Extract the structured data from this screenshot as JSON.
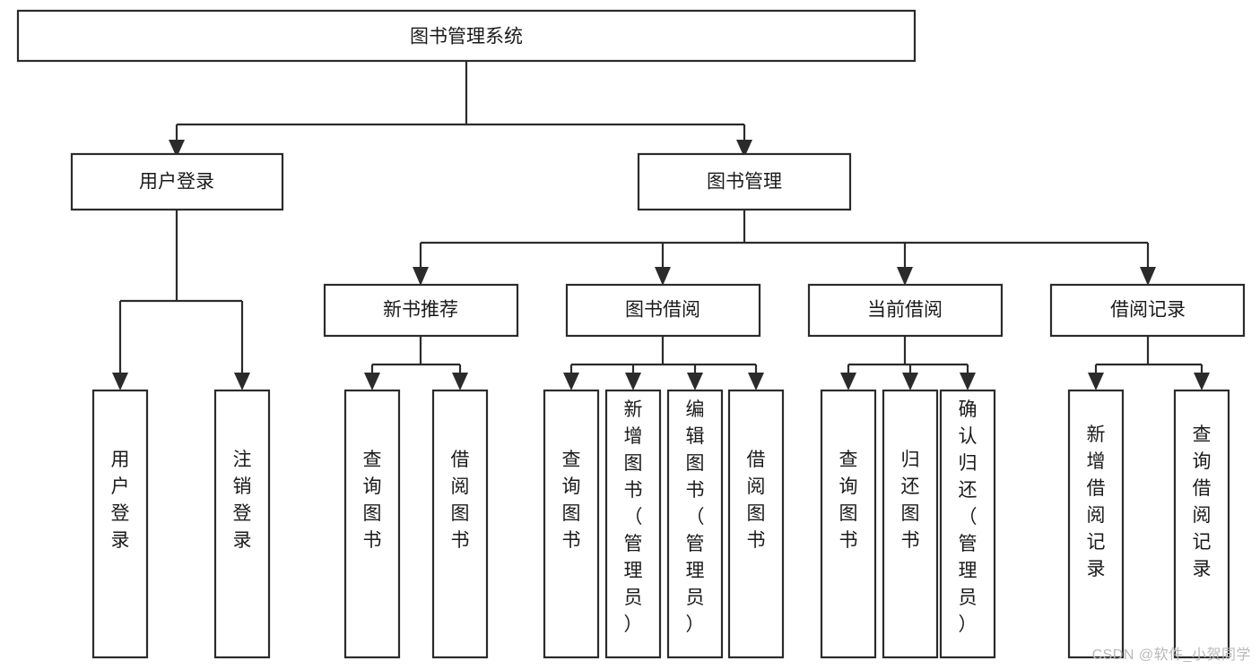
{
  "diagram": {
    "type": "tree-hierarchy",
    "title": "图书管理系统",
    "watermark": "CSDN @软件_小贺同学",
    "colors": {
      "background": "#ffffff",
      "stroke": "#2b2b2b",
      "node_fill": "#ffffff",
      "text": "#1a1a1a",
      "watermark": "#b9b9b9"
    },
    "root": {
      "label": "图书管理系统",
      "orientation": "horizontal"
    },
    "level1": [
      {
        "label": "用户登录",
        "orientation": "horizontal"
      },
      {
        "label": "图书管理",
        "orientation": "horizontal"
      }
    ],
    "level2": [
      {
        "label": "新书推荐",
        "orientation": "horizontal",
        "parent": "图书管理"
      },
      {
        "label": "图书借阅",
        "orientation": "horizontal",
        "parent": "图书管理"
      },
      {
        "label": "当前借阅",
        "orientation": "horizontal",
        "parent": "图书管理"
      },
      {
        "label": "借阅记录",
        "orientation": "horizontal",
        "parent": "图书管理"
      }
    ],
    "leaves": {
      "用户登录": [
        {
          "label": "用户登录",
          "lines": [
            "用",
            "户",
            "登",
            "录"
          ]
        },
        {
          "label": "注销登录",
          "lines": [
            "注",
            "销",
            "登",
            "录"
          ]
        }
      ],
      "新书推荐": [
        {
          "label": "查询图书",
          "lines": [
            "查",
            "询",
            "图",
            "书"
          ]
        },
        {
          "label": "借阅图书",
          "lines": [
            "借",
            "阅",
            "图",
            "书"
          ]
        }
      ],
      "图书借阅": [
        {
          "label": "查询图书",
          "lines": [
            "查",
            "询",
            "图",
            "书"
          ]
        },
        {
          "label": "新增图书（管理员）",
          "lines": [
            "新",
            "增",
            "图",
            "书",
            "（",
            "管",
            "理",
            "员",
            "）"
          ]
        },
        {
          "label": "编辑图书（管理员）",
          "lines": [
            "编",
            "辑",
            "图",
            "书",
            "（",
            "管",
            "理",
            "员",
            "）"
          ]
        },
        {
          "label": "借阅图书",
          "lines": [
            "借",
            "阅",
            "图",
            "书"
          ]
        }
      ],
      "当前借阅": [
        {
          "label": "查询图书",
          "lines": [
            "查",
            "询",
            "图",
            "书"
          ]
        },
        {
          "label": "归还图书",
          "lines": [
            "归",
            "还",
            "图",
            "书"
          ]
        },
        {
          "label": "确认归还（管理员）",
          "lines": [
            "确",
            "认",
            "归",
            "还",
            "（",
            "管",
            "理",
            "员",
            "）"
          ]
        }
      ],
      "借阅记录": [
        {
          "label": "新增借阅记录",
          "lines": [
            "新",
            "增",
            "借",
            "阅",
            "记",
            "录"
          ]
        },
        {
          "label": "查询借阅记录",
          "lines": [
            "查",
            "询",
            "借",
            "阅",
            "记",
            "录"
          ]
        }
      ]
    }
  }
}
